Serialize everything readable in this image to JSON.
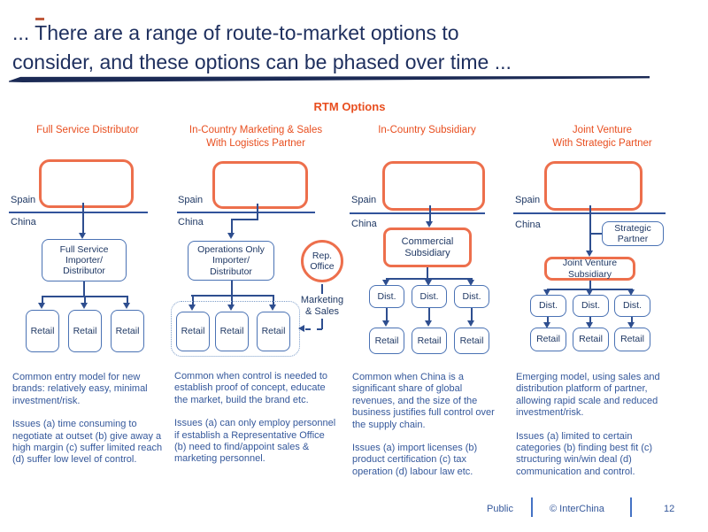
{
  "slide": {
    "title": "... There are a range of route-to-market options to\nconsider, and these options can be phased over time ...",
    "section_title": "RTM Options"
  },
  "labels": {
    "spain": "Spain",
    "china": "China",
    "retail": "Retail",
    "dist": "Dist."
  },
  "columns": [
    {
      "header": "Full Service Distributor",
      "box": "Full Service\nImporter/\nDistributor",
      "desc1": "Common entry model for new brands: relatively easy, minimal investment/risk.",
      "desc2": "Issues (a) time consuming to negotiate at outset (b) give away a high margin (c) suffer limited reach (d) suffer low level of control."
    },
    {
      "header": "In-Country Marketing & Sales\nWith Logistics Partner",
      "box": "Operations Only\nImporter/\nDistributor",
      "rep_office": "Rep.\nOffice",
      "marketing_label": "Marketing\n& Sales",
      "desc1": "Common when control is needed to establish proof of concept, educate the market, build the brand etc.",
      "desc2": "Issues (a) can only employ personnel if establish a Representative Office (b) need to find/appoint sales & marketing personnel."
    },
    {
      "header": "In-Country Subsidiary",
      "box": "Commercial\nSubsidiary",
      "desc1": "Common when China is a significant share of global revenues, and the size of the business justifies full control over the supply chain.",
      "desc2": "Issues (a) import licenses (b) product certification (c) tax operation (d) labour law etc."
    },
    {
      "header": "Joint Venture\nWith Strategic Partner",
      "box": "Joint Venture\nSubsidiary",
      "partner_box": "Strategic\nPartner",
      "desc1": "Emerging model, using sales and distribution platform of partner, allowing rapid scale and reduced investment/risk.",
      "desc2": "Issues (a) limited to certain categories (b) finding best fit (c) structuring win/win deal (d) communication and control."
    }
  ],
  "footer": {
    "classification": "Public",
    "copyright": "© InterChina",
    "page": "12"
  },
  "colors": {
    "title_navy": "#1E2F5E",
    "accent_orange": "#E84E1F",
    "box_orange_border": "#ED6F4C",
    "diagram_line_blue": "#2E4E8F",
    "box_border_blue": "#4A72B4",
    "body_text_blue": "#35589B"
  }
}
